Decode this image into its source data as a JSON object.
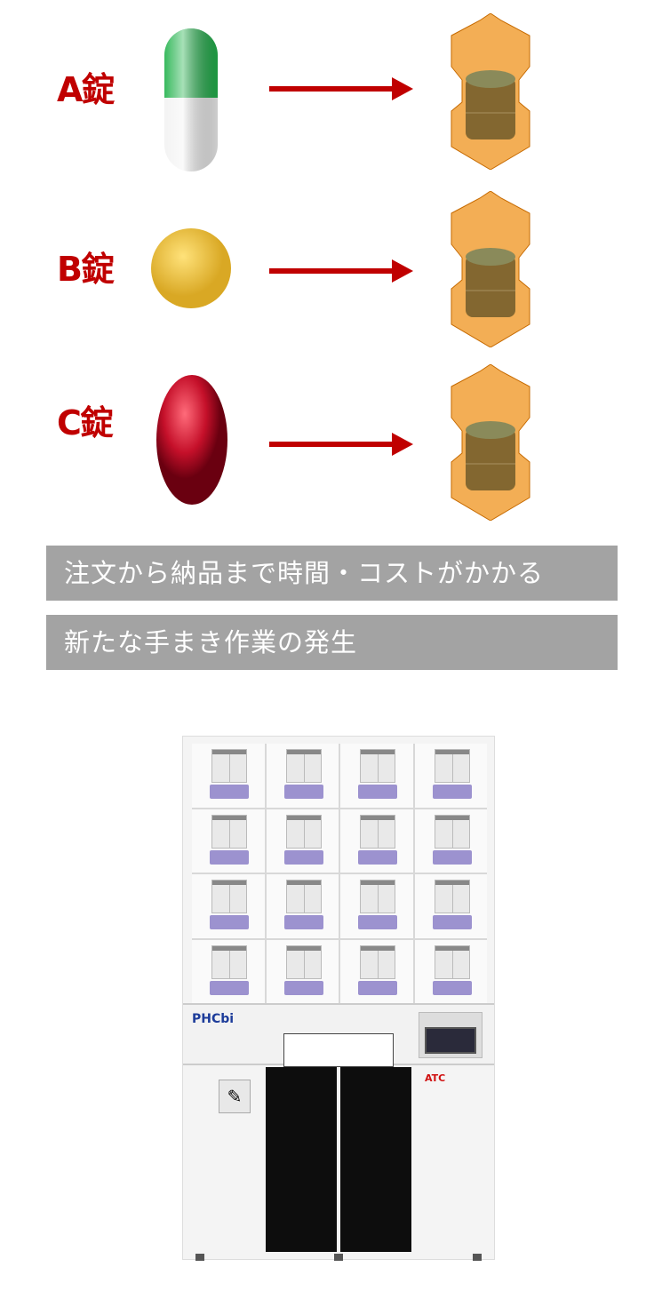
{
  "rows": [
    {
      "label": "A錠",
      "pill": "capsule",
      "pill_colors": [
        "#22b24c",
        "#f2f2f2"
      ]
    },
    {
      "label": "B錠",
      "pill": "round-tablet",
      "pill_colors": [
        "#f2c94c"
      ]
    },
    {
      "label": "C錠",
      "pill": "oval-softgel",
      "pill_colors": [
        "#c5102a"
      ]
    }
  ],
  "colors": {
    "label": "#c00000",
    "arrow": "#c00000",
    "banner": "#a3a3a3",
    "cassette": "#e88a1a"
  },
  "banners": [
    "注文から納品まで時間・コストがかかる",
    "新たな手まき作業の発生"
  ],
  "machine": {
    "brand": "PHCbi",
    "model_label": "ATC"
  }
}
